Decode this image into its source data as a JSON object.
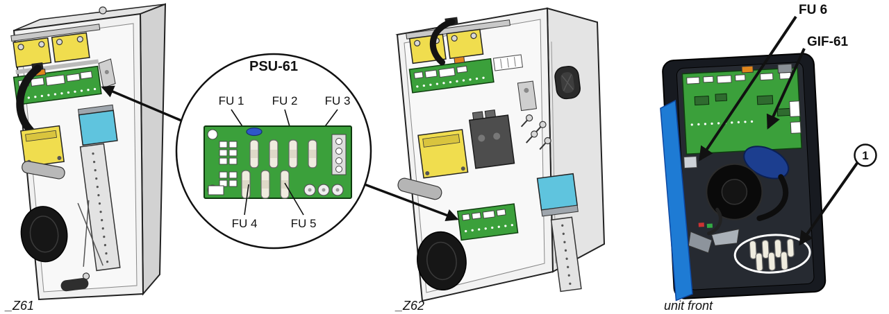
{
  "figure": {
    "callout": {
      "title": "PSU-61",
      "labels": {
        "fu1": "FU 1",
        "fu2": "FU 2",
        "fu3": "FU 3",
        "fu4": "FU 4",
        "fu5": "FU 5"
      }
    },
    "unit_front": {
      "labels": {
        "fu6": "FU 6",
        "gif61": "GIF-61",
        "item1": "1"
      }
    },
    "captions": {
      "z61": "_Z61",
      "z62": "_Z62",
      "unit_front": "unit front"
    }
  },
  "colors": {
    "pcb_green": "#3ba03b",
    "component_yellow": "#f0dd4e",
    "component_cyan": "#5fc4de",
    "panel_blue": "#1e7bd4",
    "line_black": "#111111"
  }
}
